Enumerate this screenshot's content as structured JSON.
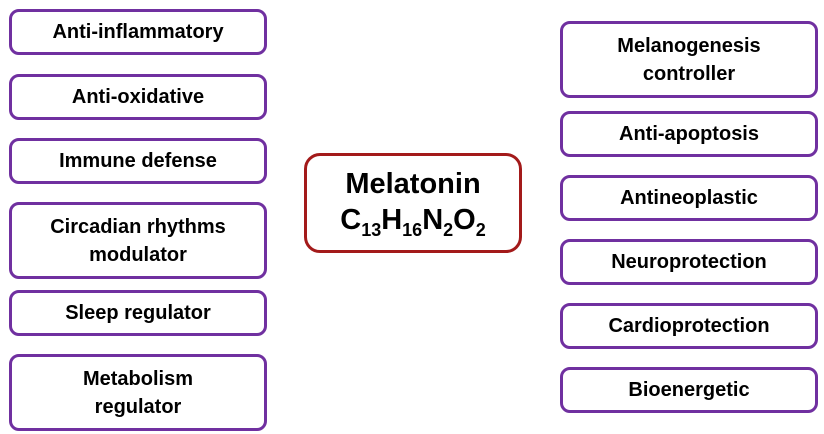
{
  "center": {
    "title": "Melatonin",
    "formula": [
      {
        "el": "C",
        "n": "13"
      },
      {
        "el": "H",
        "n": "16"
      },
      {
        "el": "N",
        "n": "2"
      },
      {
        "el": "O",
        "n": "2"
      }
    ]
  },
  "left_items": [
    {
      "label": "Anti-inflammatory"
    },
    {
      "label": "Anti-oxidative"
    },
    {
      "label": "Immune defense"
    },
    {
      "label": "Circadian rhythms modulator"
    },
    {
      "label": "Sleep regulator"
    },
    {
      "label": "Metabolism regulator"
    }
  ],
  "right_items": [
    {
      "label": "Melanogenesis controller"
    },
    {
      "label": "Anti-apoptosis"
    },
    {
      "label": "Antineoplastic"
    },
    {
      "label": "Neuroprotection"
    },
    {
      "label": "Cardioprotection"
    },
    {
      "label": "Bioenergetic"
    }
  ],
  "colors": {
    "item_border": "#7030a0",
    "center_border": "#a31a1a",
    "text": "#000000"
  }
}
